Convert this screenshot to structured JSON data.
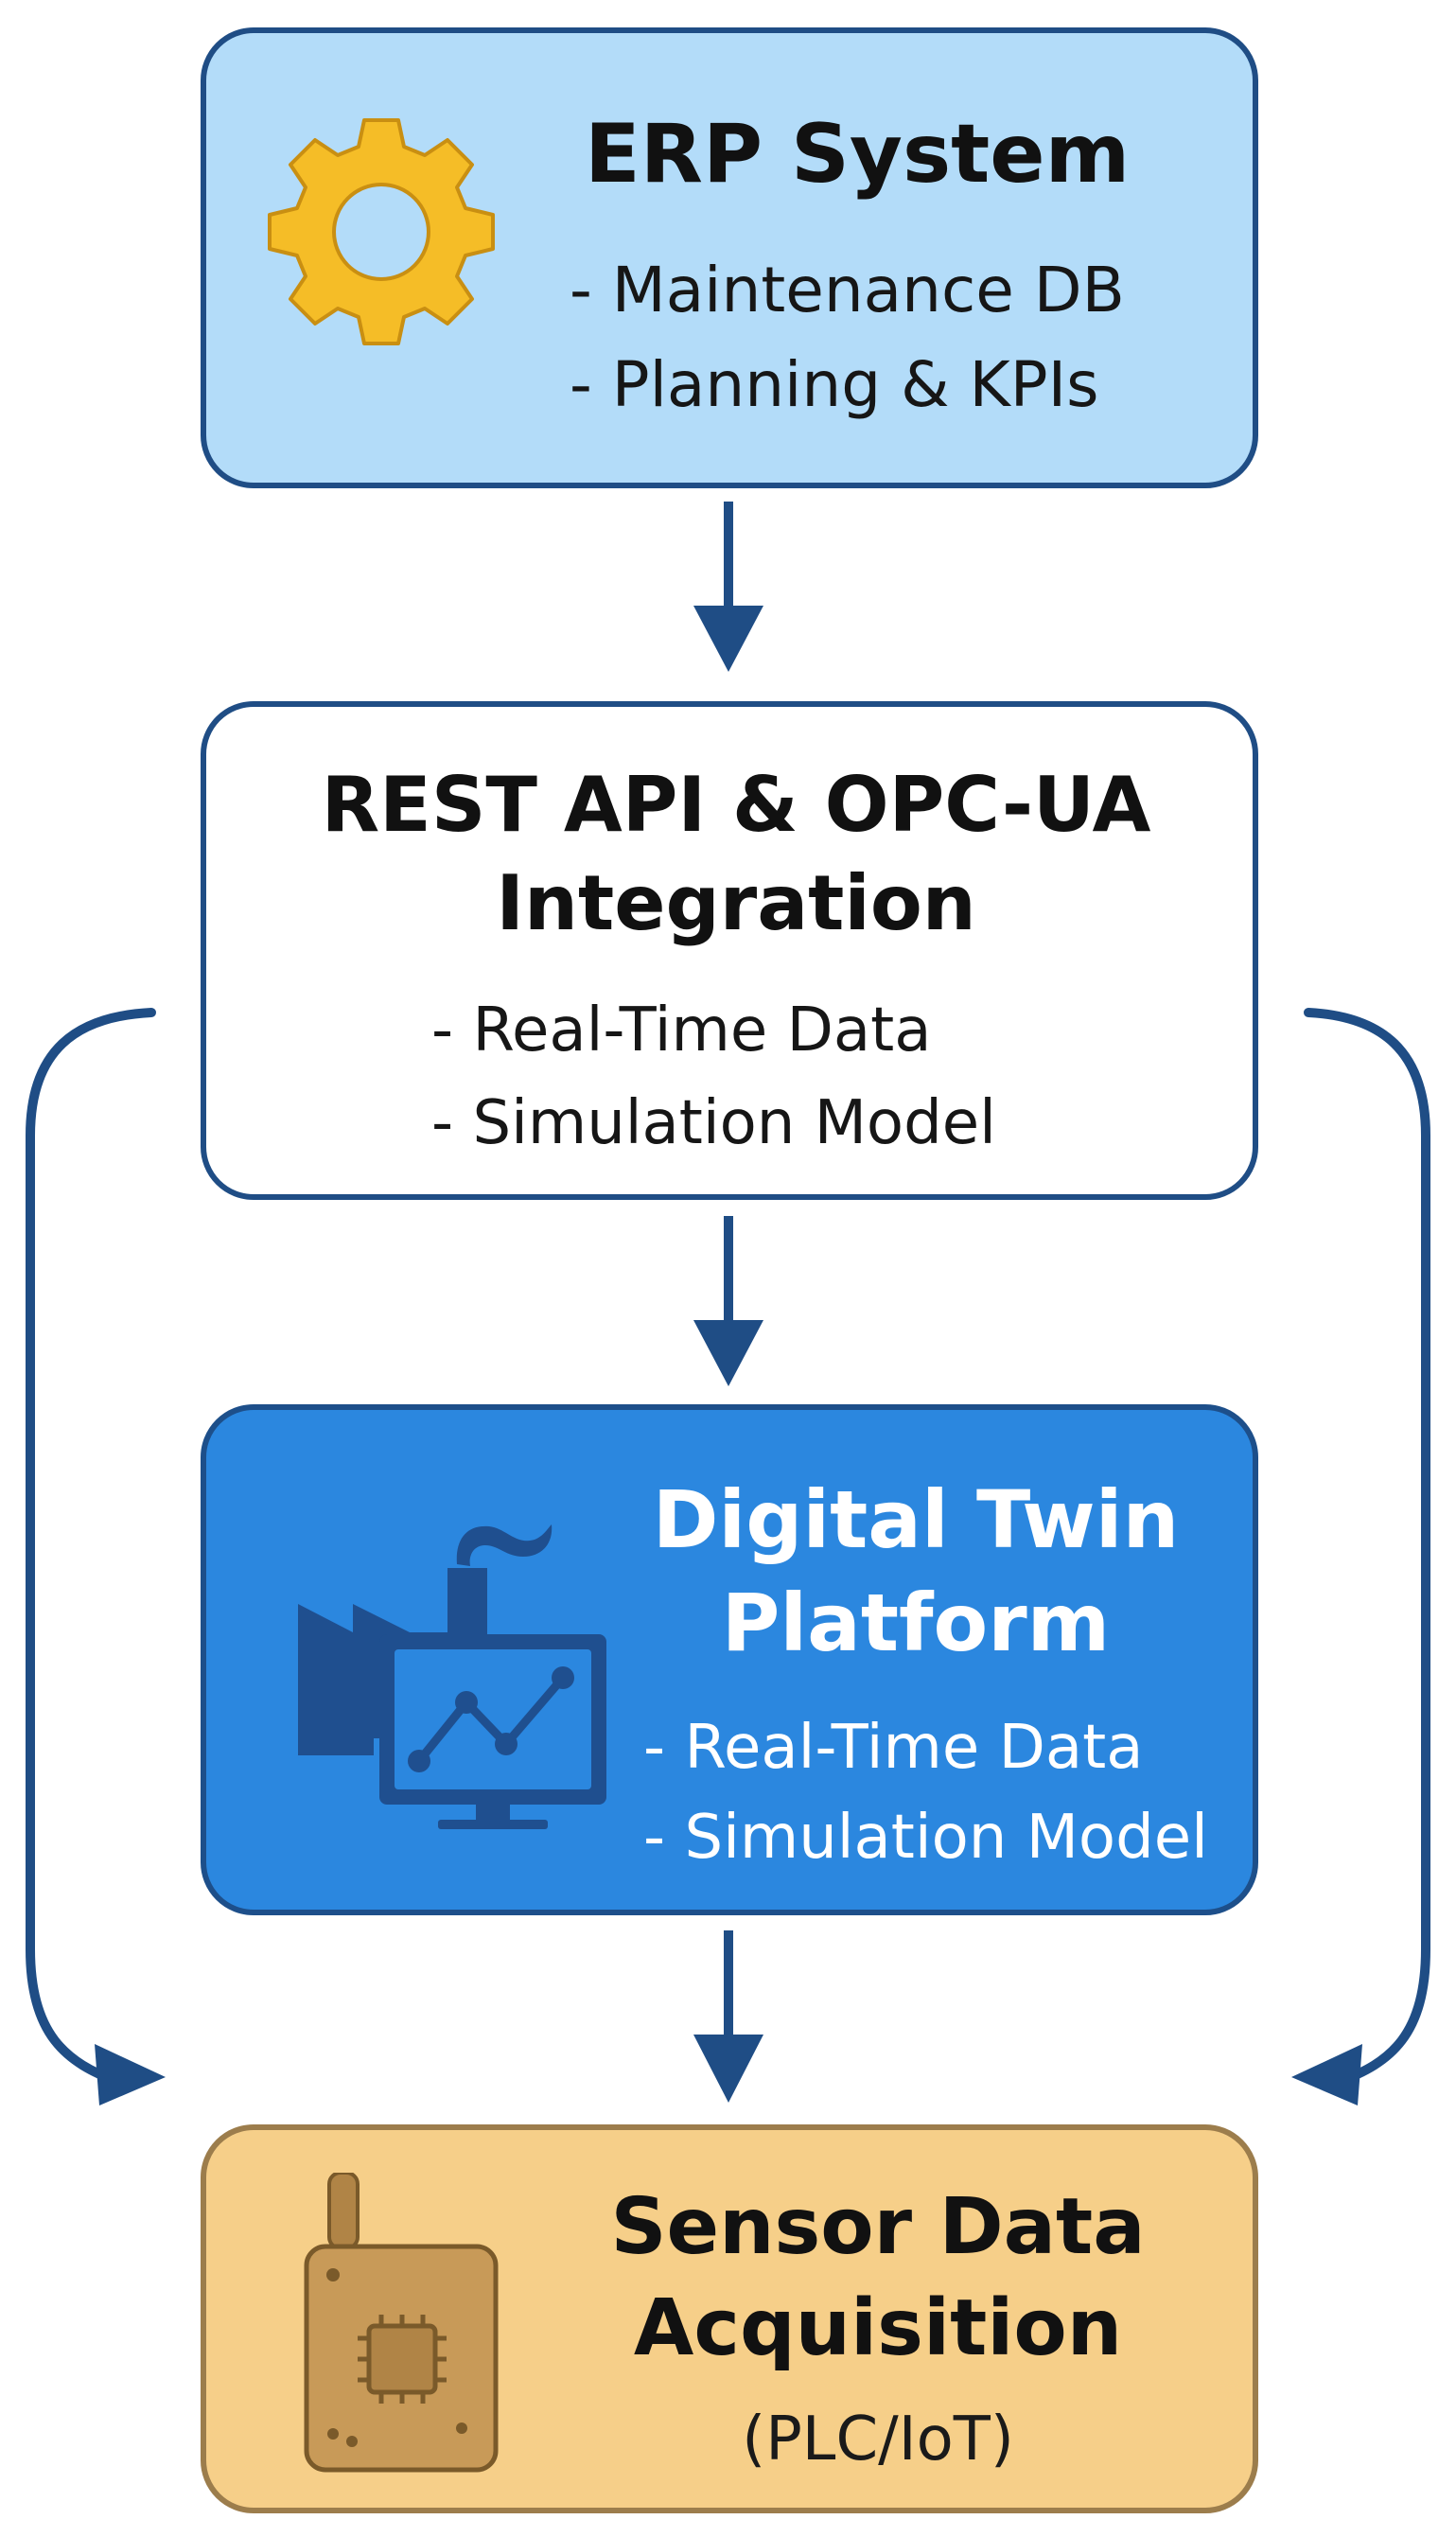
{
  "erp": {
    "title": "ERP System",
    "items": [
      "- Maintenance DB",
      "- Planning & KPIs"
    ],
    "icon": "gear-icon"
  },
  "integration": {
    "title": "REST API & OPC-UA Integration",
    "items": [
      "- Real-Time Data",
      "- Simulation Model"
    ]
  },
  "digital_twin": {
    "title": "Digital Twin Platform",
    "items": [
      "- Real-Time Data",
      "- Simulation Model"
    ],
    "icon": "factory-monitor-icon"
  },
  "sensor": {
    "title": "Sensor Data Acquisition",
    "subtitle": "(PLC/IoT)",
    "icon": "iot-device-icon"
  },
  "colors": {
    "arrow": "#1f4d85",
    "erp_fill": "#b3dcf9",
    "digital_twin_fill": "#2b87df",
    "sensor_fill": "#f6cf89",
    "gear": "#f5bd27"
  }
}
